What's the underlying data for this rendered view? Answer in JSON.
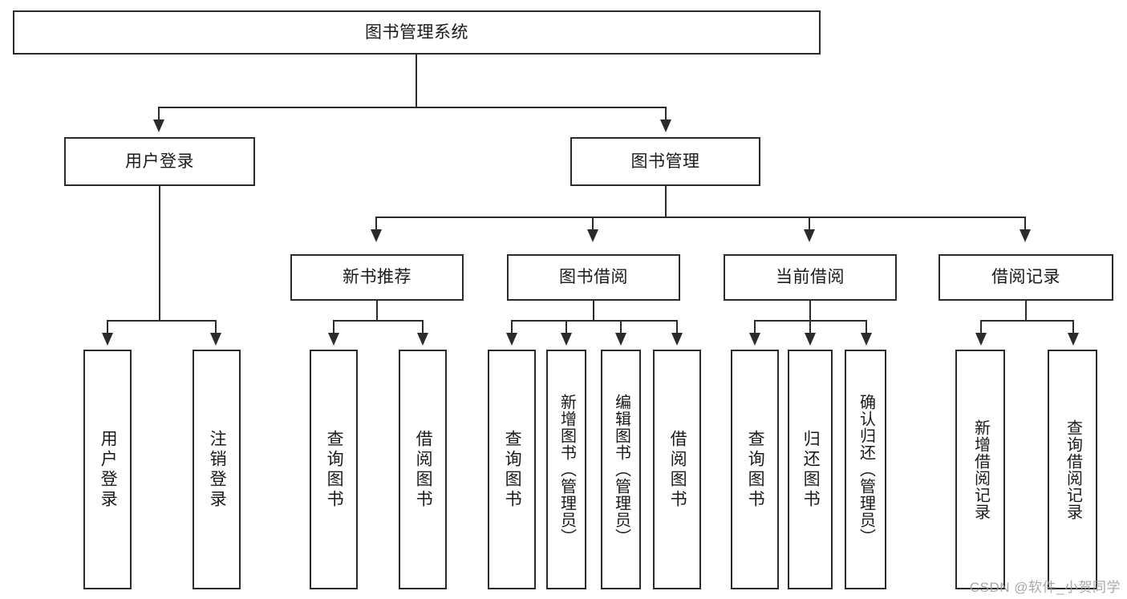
{
  "diagram": {
    "title": "图书管理系统",
    "type": "hierarchy-tree",
    "root": {
      "label": "图书管理系统"
    },
    "level2": [
      {
        "label": "用户登录"
      },
      {
        "label": "图书管理"
      }
    ],
    "level3": [
      {
        "label": "新书推荐"
      },
      {
        "label": "图书借阅"
      },
      {
        "label": "当前借阅"
      },
      {
        "label": "借阅记录"
      }
    ],
    "leaves": {
      "user_login": [
        {
          "label": "用户登录"
        },
        {
          "label": "注销登录"
        }
      ],
      "new_book_recommend": [
        {
          "label": "查询图书"
        },
        {
          "label": "借阅图书"
        }
      ],
      "book_borrow": [
        {
          "label": "查询图书"
        },
        {
          "label": "新增图书（管理员）"
        },
        {
          "label": "编辑图书（管理员）"
        },
        {
          "label": "借阅图书"
        }
      ],
      "current_borrow": [
        {
          "label": "查询图书"
        },
        {
          "label": "归还图书"
        },
        {
          "label": "确认归还（管理员）"
        }
      ],
      "borrow_record": [
        {
          "label": "新增借阅记录"
        },
        {
          "label": "查询借阅记录"
        }
      ]
    }
  },
  "watermark": {
    "text": "CSDN @软件_小贺同学"
  },
  "colors": {
    "stroke": "#2b2b2b",
    "background": "#ffffff",
    "text": "#1a1a1a",
    "watermark": "#9a9a9a"
  }
}
